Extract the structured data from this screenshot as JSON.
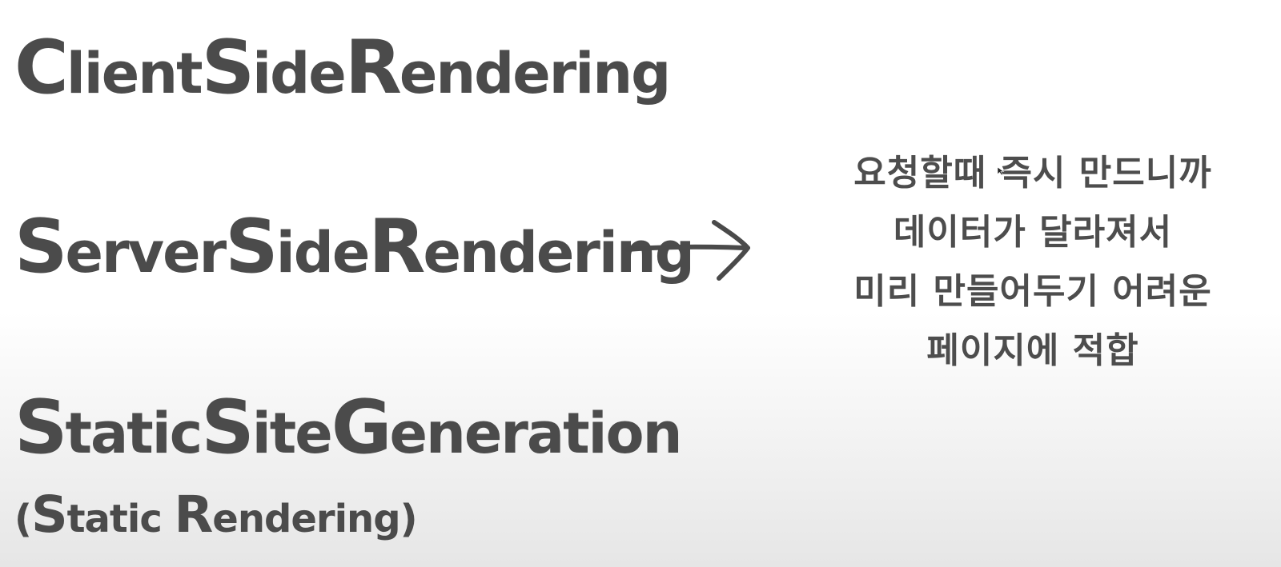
{
  "terms": {
    "csr": {
      "cap1": "C",
      "rest1": "lient",
      "cap2": "S",
      "rest2": "ide",
      "cap3": "R",
      "rest3": "endering"
    },
    "ssr": {
      "cap1": "S",
      "rest1": "erver",
      "cap2": "S",
      "rest2": "ide",
      "cap3": "R",
      "rest3": "endering"
    },
    "ssg": {
      "cap1": "S",
      "rest1": "tatic",
      "cap2": "S",
      "rest2": "ite",
      "cap3": "G",
      "rest3": "eneration"
    },
    "sr": {
      "open": "(",
      "cap1": "S",
      "rest1": "tatic ",
      "cap2": "R",
      "rest2": "endering",
      "close": ")"
    }
  },
  "note": {
    "lines": [
      "요청할때 즉시 만드니까",
      "데이터가 달라져서",
      "미리 만들어두기 어려운",
      "페이지에 적합"
    ]
  },
  "icons": {
    "arrow": "right-arrow-icon",
    "cursor": "mouse-cursor-icon"
  },
  "colors": {
    "text": "#4b4b4b",
    "background_top": "#ffffff",
    "background_bottom": "#e6e6e6"
  }
}
